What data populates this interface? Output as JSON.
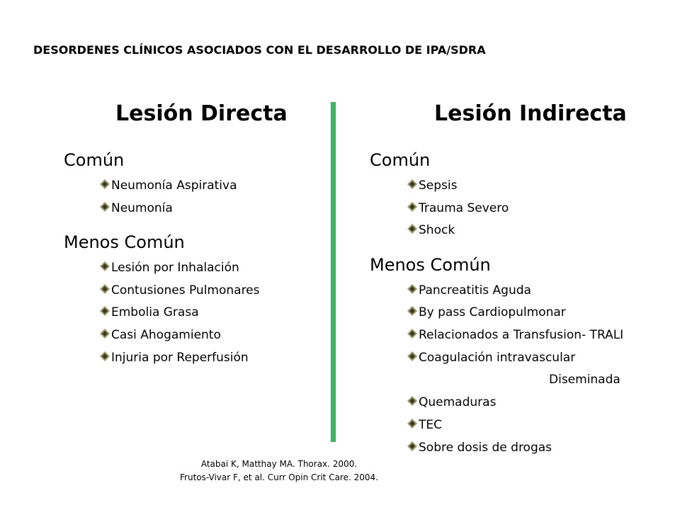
{
  "title": "DESORDENES CLÍNICOS ASOCIADOS CON EL DESARROLLO DE  IPA/SDRA",
  "colors": {
    "divider": "#3cb463",
    "bullet_light": "#9a9a6a",
    "bullet_dark": "#3a3a20"
  },
  "bullet_icon": "diamond-sparkle",
  "left": {
    "heading": "Lesión Directa",
    "common_label": "Común",
    "common_items": [
      "Neumonía Aspirativa",
      "Neumonía"
    ],
    "less_label": "Menos Común",
    "less_items": [
      "Lesión por Inhalación",
      "Contusiones Pulmonares",
      "Embolia Grasa",
      "Casi Ahogamiento",
      "Injuria por  Reperfusión"
    ]
  },
  "right": {
    "heading": "Lesión Indirecta",
    "common_label": "Común",
    "common_items": [
      "Sepsis",
      "Trauma Severo",
      "Shock"
    ],
    "less_label": "Menos Común",
    "less_items": [
      "Pancreatitis Aguda",
      "By pass Cardiopulmonar",
      "Relacionados a Transfusion- TRALI",
      "Coagulación intravascular",
      "Quemaduras",
      "TEC",
      "Sobre dosis de drogas"
    ],
    "continuation": "Diseminada"
  },
  "references": [
    "Atabai K, Matthay MA. Thorax. 2000.",
    "Frutos-Vivar F, et al. Curr Opin Crit Care. 2004."
  ]
}
